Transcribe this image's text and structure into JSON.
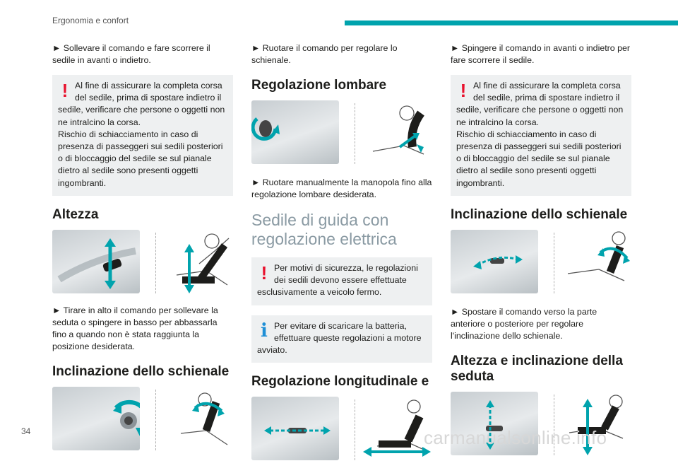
{
  "header": {
    "section_title": "Ergonomia e confort"
  },
  "page_number": "34",
  "watermark": "carmanualsonline.info",
  "colors": {
    "accent_bar": "#00a3ad",
    "warning": "#e8112d",
    "info": "#1f8fd6",
    "notice_bg": "#eef0f1",
    "heading_blue_gray": "#8a9aa3"
  },
  "col1": {
    "step1": "► Sollevare il comando e fare scorrere il sedile in avanti o indietro.",
    "warn1": "Al fine di assicurare la completa corsa del sedile, prima di spostare indietro il sedile, verificare che persone o oggetti non ne intralcino la corsa.\nRischio di schiacciamento in caso di presenza di passeggeri sui sedili posteriori o di bloccaggio del sedile se sul pianale dietro al sedile sono presenti oggetti ingombranti.",
    "h_altezza": "Altezza",
    "step2": "► Tirare in alto il comando per sollevare la seduta o spingere in basso per abbassarla fino a quando non è stata raggiunta la posizione desiderata.",
    "h_inclinazione": "Inclinazione dello schienale"
  },
  "col2": {
    "step1": "► Ruotare il comando per regolare lo schienale.",
    "h_lombare": "Regolazione lombare",
    "step2": "► Ruotare manualmente la manopola fino alla regolazione lombare desiderata.",
    "h_elettrica": "Sedile di guida con regolazione elettrica",
    "warn1": "Per motivi di sicurezza, le regolazioni dei sedili devono essere effettuate esclusivamente a veicolo fermo.",
    "info1": "Per evitare di scaricare la batteria, effettuare queste regolazioni a motore avviato.",
    "h_longitudinale": "Regolazione longitudinale e"
  },
  "col3": {
    "step1": "► Spingere il comando in avanti o indietro per fare scorrere il sedile.",
    "warn1": "Al fine di assicurare la completa corsa del sedile, prima di spostare indietro il sedile, verificare che persone o oggetti non ne intralcino la corsa.\nRischio di schiacciamento in caso di presenza di passeggeri sui sedili posteriori o di bloccaggio del sedile se sul pianale dietro al sedile sono presenti oggetti ingombranti.",
    "h_inclinazione": "Inclinazione dello schienale",
    "step2": "► Spostare il comando verso la parte anteriore o posteriore per regolare l'inclinazione dello schienale.",
    "h_altezza_incl": "Altezza e inclinazione della seduta"
  },
  "icons": {
    "warning_mark": "!",
    "info_mark": "i"
  }
}
